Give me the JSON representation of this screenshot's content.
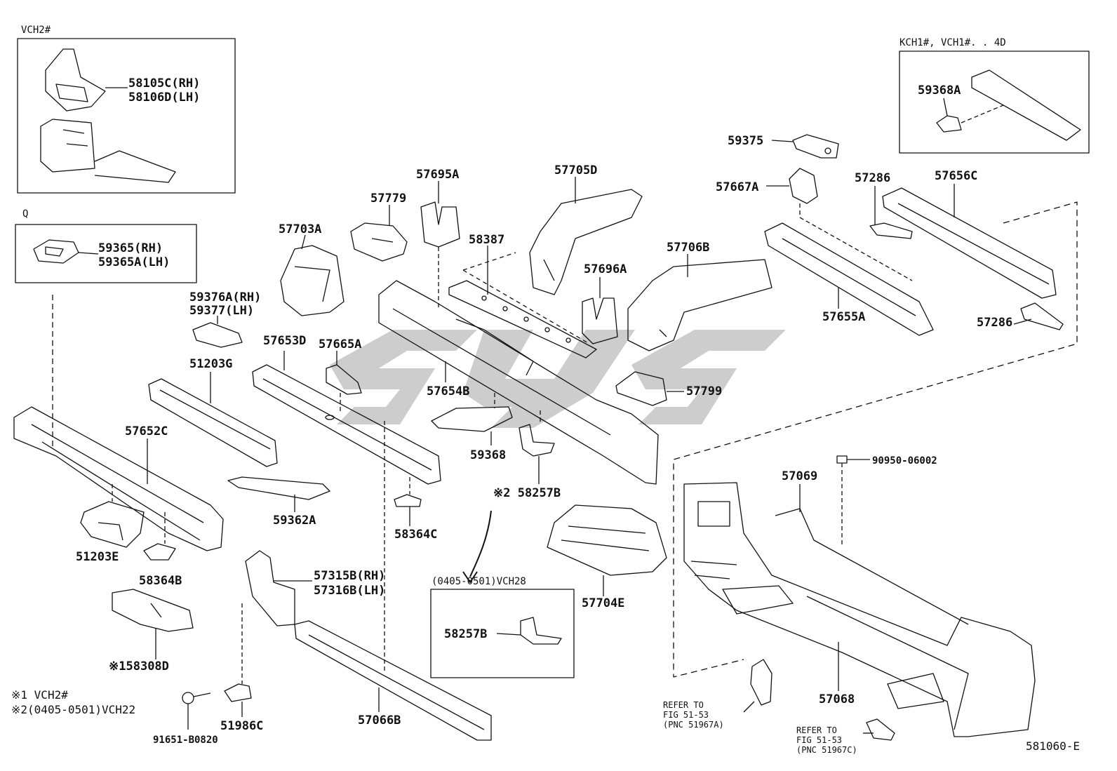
{
  "diagram": {
    "insets": {
      "vch2": {
        "title": "VCH2#",
        "parts": [
          "58105C(RH)",
          "58106D(LH)"
        ]
      },
      "q": {
        "title": "Q",
        "parts": [
          "59365(RH)",
          "59365A(LH)"
        ]
      },
      "kch1": {
        "title": "KCH1#, VCH1#. . 4D",
        "parts": [
          "59368A"
        ]
      },
      "vch28": {
        "title": "(0405-0501)VCH28",
        "parts": [
          "58257B"
        ]
      }
    },
    "parts": {
      "p59375": "59375",
      "p57667A": "57667A",
      "p57286a": "57286",
      "p57656C": "57656C",
      "p57695A": "57695A",
      "p57705D": "57705D",
      "p57779": "57779",
      "p58387": "58387",
      "p57703A": "57703A",
      "p57706B": "57706B",
      "p57696A": "57696A",
      "p57655A": "57655A",
      "p57286b": "57286",
      "p59376A": "59376A(RH)",
      "p59377": "59377(LH)",
      "p57653D": "57653D",
      "p57665A": "57665A",
      "p51203G": "51203G",
      "p57654B": "57654B",
      "p57799": "57799",
      "p57652C": "57652C",
      "p59368": "59368",
      "p58257B": "58257B",
      "p59362A": "59362A",
      "p58364C": "58364C",
      "p90950": "90950-06002",
      "p57069": "57069",
      "p51203E": "51203E",
      "p58364B": "58364B",
      "p57315B": "57315B(RH)",
      "p57316B": "57316B(LH)",
      "p57704E": "57704E",
      "p58308D": "58308D",
      "p57068": "57068",
      "p51986C": "51986C",
      "p57066B": "57066B",
      "p91651": "91651-B0820"
    },
    "marks": {
      "m1": "※1",
      "m2": "※2"
    },
    "footnotes": [
      "※1 VCH2#",
      "※2(0405-0501)VCH22"
    ],
    "refs": {
      "ref_a": {
        "line1": "REFER TO",
        "line2": "FIG 51-53",
        "line3": "(PNC 51967A)"
      },
      "ref_c": {
        "line1": "REFER TO",
        "line2": "FIG 51-53",
        "line3": "(PNC 51967C)"
      }
    },
    "figure_code": "581060-E"
  },
  "colors": {
    "ink": "#111111",
    "watermark": "#c8c8c8"
  }
}
